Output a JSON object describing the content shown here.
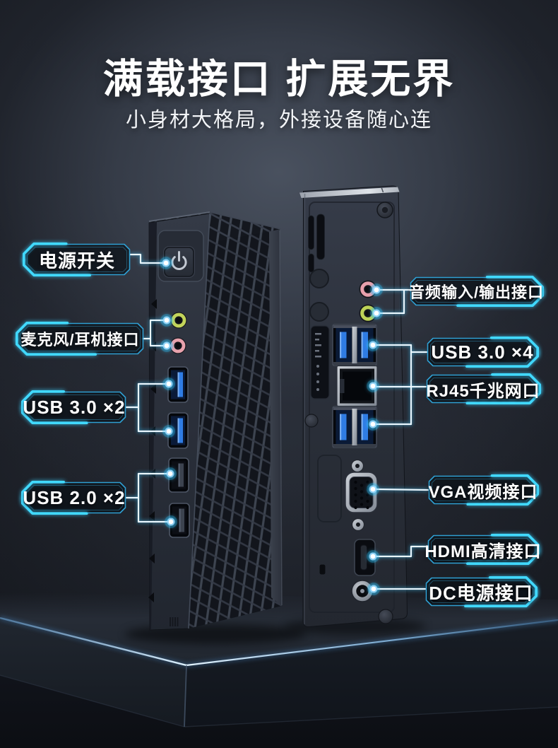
{
  "header": {
    "title": "满载接口 扩展无界",
    "subtitle": "小身材大格局，外接设备随心连"
  },
  "callouts": {
    "left": [
      {
        "label": "电源开关"
      },
      {
        "label": "麦克风/耳机接口"
      },
      {
        "label": "USB 3.0 ×2"
      },
      {
        "label": "USB 2.0 ×2"
      }
    ],
    "right": [
      {
        "label": "音频输入/输出接口"
      },
      {
        "label": "USB 3.0 ×4"
      },
      {
        "label": "RJ45千兆网口"
      },
      {
        "label": "VGA视频接口"
      },
      {
        "label": "HDMI高清接口"
      },
      {
        "label": "DC电源接口"
      }
    ]
  },
  "icons": {
    "power_button_glyph": "⏻"
  },
  "colors": {
    "accent_cyan": "#41d9ff",
    "frame_border": "#2f9fd2",
    "leader_line": "#e9f7ff",
    "usb3_blue": "#2f7ce4",
    "audio_green": "#c3d45a",
    "audio_pink": "#e8a2ad"
  }
}
